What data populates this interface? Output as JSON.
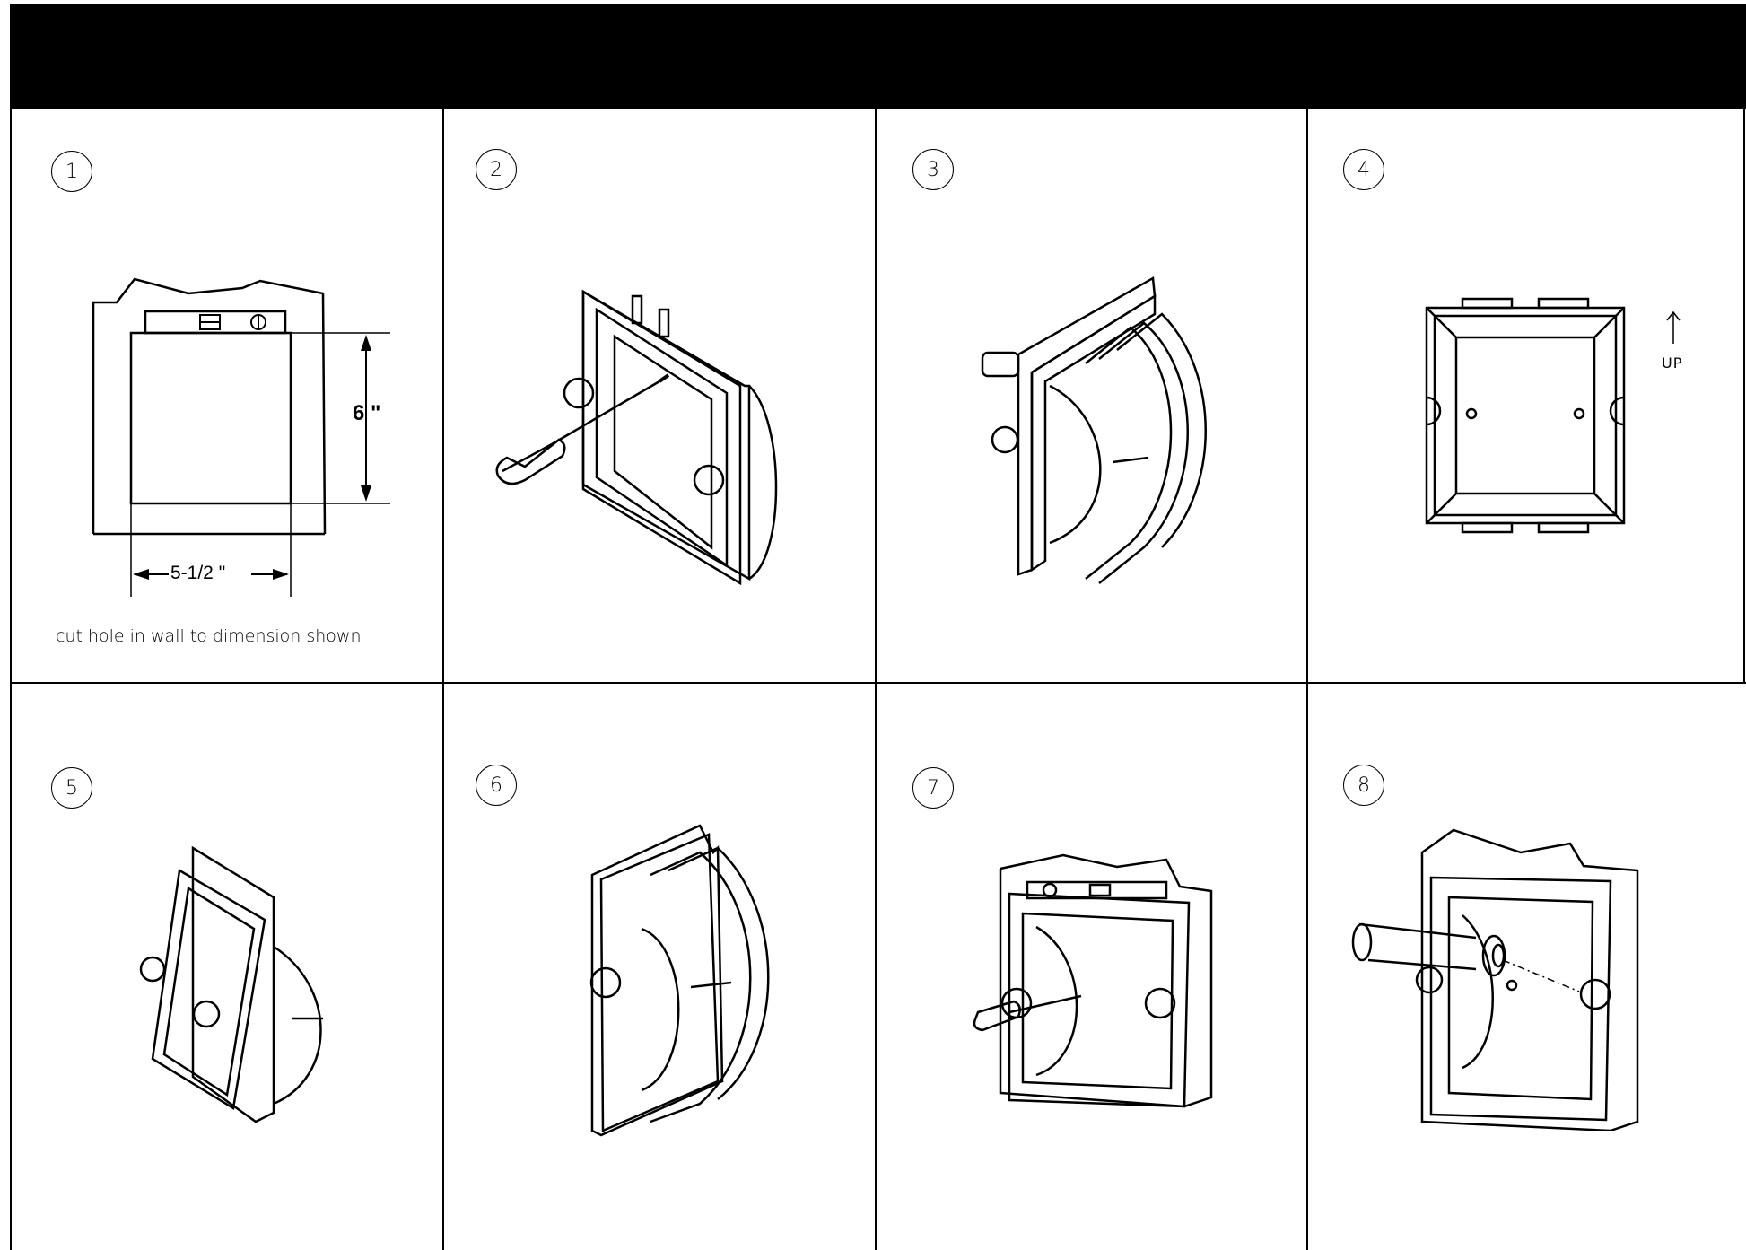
{
  "steps": [
    {
      "number": "1",
      "caption": "cut hole in wall to dimension shown",
      "height_label": "6 \"",
      "width_label": "5-1/2 \""
    },
    {
      "number": "2"
    },
    {
      "number": "3"
    },
    {
      "number": "4",
      "up_label": "UP"
    },
    {
      "number": "5"
    },
    {
      "number": "6"
    },
    {
      "number": "7"
    },
    {
      "number": "8"
    }
  ]
}
